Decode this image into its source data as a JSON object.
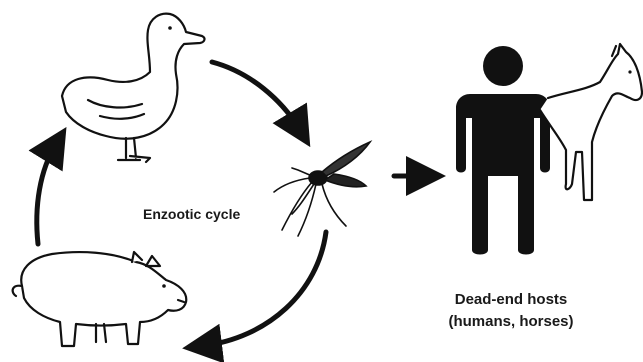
{
  "labels": {
    "cycle": "Enzootic cycle",
    "dead_end_line1": "Dead-end hosts",
    "dead_end_line2": "(humans, horses)"
  },
  "icons": [
    "duck-icon",
    "mosquito-icon",
    "pig-icon",
    "human-icon",
    "horse-icon"
  ],
  "colors": {
    "ink": "#111111",
    "background": "#ffffff"
  }
}
